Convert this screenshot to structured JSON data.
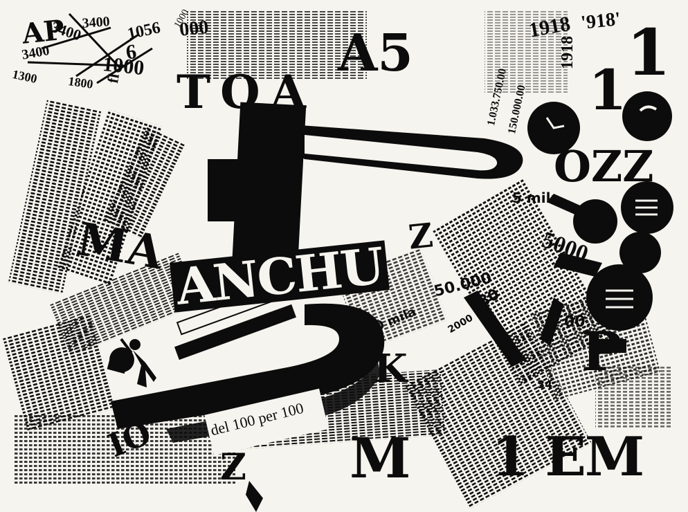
{
  "artwork": {
    "tokens": [
      {
        "id": "ap",
        "text": "AP"
      },
      {
        "id": "n3400a",
        "text": "3400"
      },
      {
        "id": "n3400b",
        "text": "3400"
      },
      {
        "id": "n3400c",
        "text": "3400"
      },
      {
        "id": "n1056",
        "text": "1056"
      },
      {
        "id": "n6",
        "text": "6"
      },
      {
        "id": "n1300",
        "text": "1300"
      },
      {
        "id": "n1000a",
        "text": "1000"
      },
      {
        "id": "n1800",
        "text": "1800"
      },
      {
        "id": "fl",
        "text": "fl"
      },
      {
        "id": "n000",
        "text": "000"
      },
      {
        "id": "n1000b",
        "text": "1000"
      },
      {
        "id": "roa",
        "text": "ТОА"
      },
      {
        "id": "a5",
        "text": "A5"
      },
      {
        "id": "yr1918a",
        "text": "1918"
      },
      {
        "id": "yr1918b",
        "text": "'918'"
      },
      {
        "id": "yr1918c",
        "text": "1918"
      },
      {
        "id": "one_a",
        "text": "1"
      },
      {
        "id": "one_b",
        "text": "1"
      },
      {
        "id": "amt1",
        "text": "1.033.750.00"
      },
      {
        "id": "amt2",
        "text": "150.000.00"
      },
      {
        "id": "ozz",
        "text": "OZZ"
      },
      {
        "id": "mila5",
        "text": "5 mila"
      },
      {
        "id": "n5000",
        "text": "5000"
      },
      {
        "id": "ma",
        "text": "MA"
      },
      {
        "id": "anchiu",
        "text": "ANCHU"
      },
      {
        "id": "z_top",
        "text": "Z"
      },
      {
        "id": "n50000",
        "text": "50.000"
      },
      {
        "id": "mila50",
        "text": "50 mila"
      },
      {
        "id": "n80",
        "text": "80"
      },
      {
        "id": "n2000",
        "text": "2000"
      },
      {
        "id": "n00",
        "text": "00"
      },
      {
        "id": "p_big",
        "text": "P"
      },
      {
        "id": "n34",
        "text": "34"
      },
      {
        "id": "k_letter",
        "text": "K"
      },
      {
        "id": "del",
        "text": "del 100 per 100"
      },
      {
        "id": "io",
        "text": "IO"
      },
      {
        "id": "z_bottom",
        "text": "Z"
      },
      {
        "id": "m_bottom",
        "text": "M"
      },
      {
        "id": "ieni",
        "text": "1 EM"
      }
    ]
  }
}
